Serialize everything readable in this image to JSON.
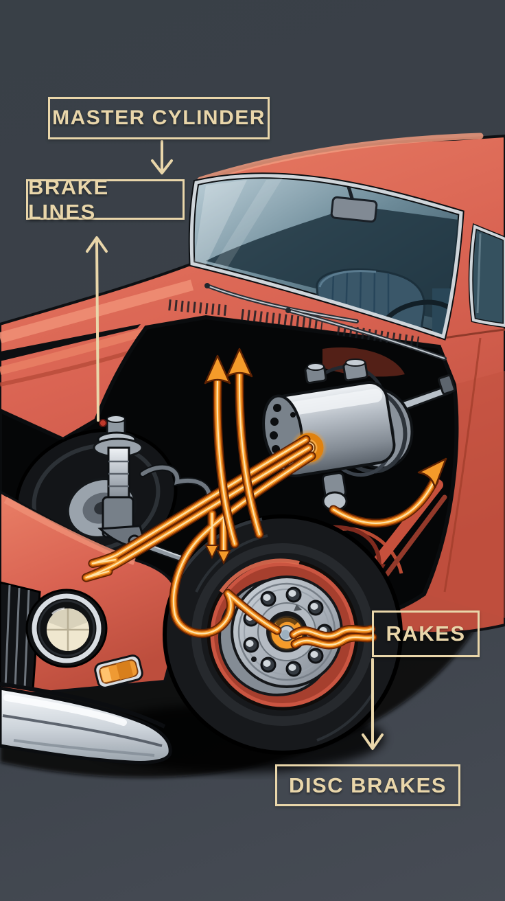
{
  "diagram": {
    "subject": "Car brake system cutaway illustration",
    "background_color": "#3a4048",
    "annotation_color": "#e9d6aa",
    "brake_line_color": "#f59b2a",
    "car_body_color": "#d96352"
  },
  "labels": {
    "master_cylinder": {
      "text": "MASTER CYLINDER"
    },
    "brake_lines": {
      "text": "BRAKE LINES"
    },
    "rakes": {
      "text": "RAKES"
    },
    "disc_brakes": {
      "text": "DISC BRAKES"
    }
  },
  "annotation_arrows": [
    {
      "from": "master-cylinder-label",
      "direction": "down",
      "points_to": "engine-bay"
    },
    {
      "from": "front-suspension-strut",
      "direction": "up",
      "points_to": "brake-lines-label"
    },
    {
      "from": "rakes-label",
      "direction": "down",
      "points_to": "disc-brakes-label"
    }
  ],
  "illustrated_components": [
    "master cylinder with brake booster",
    "glowing brake lines",
    "front suspension strut",
    "front wheel and hub",
    "disc brake rotor with lug bolts",
    "headlight",
    "grille",
    "chrome bumper",
    "amber turn signal",
    "windshield with interior seat and steering wheel"
  ]
}
